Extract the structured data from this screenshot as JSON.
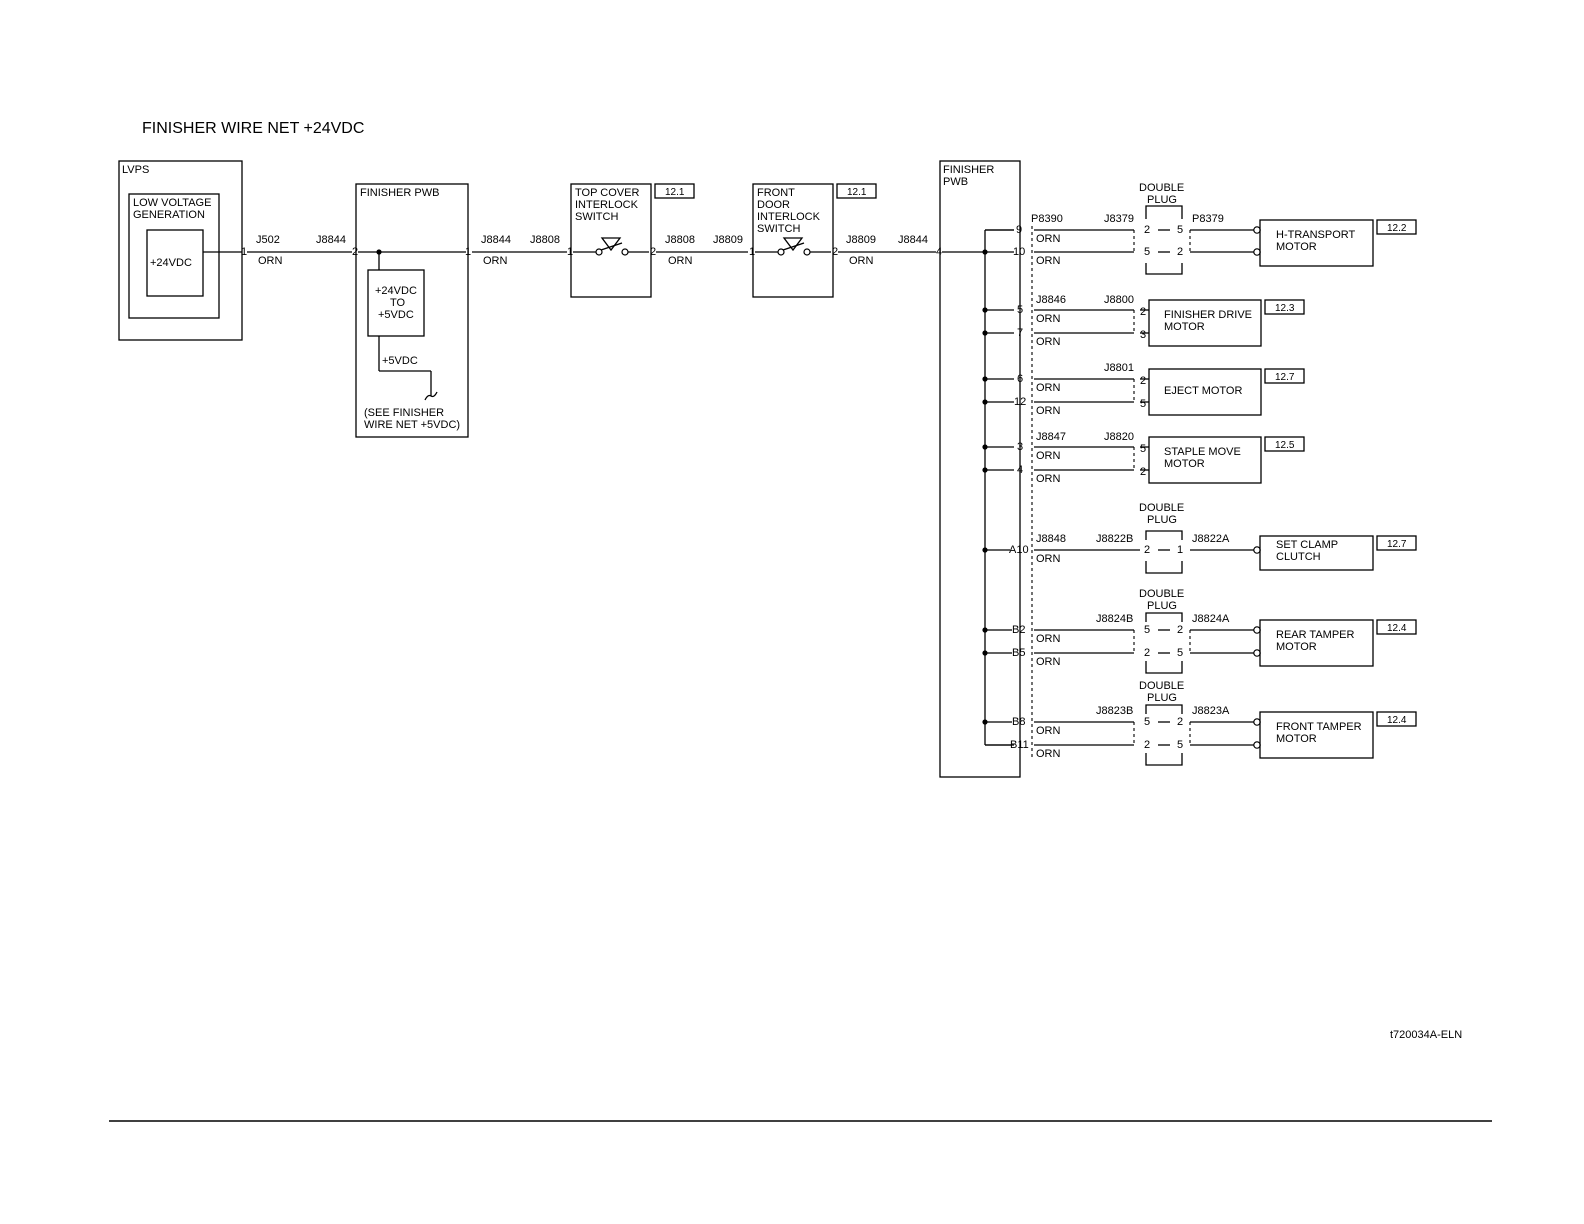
{
  "title": "FINISHER WIRE NET +24VDC",
  "figure_id": "t720034A-ELN",
  "wire_color": "ORN",
  "lvps": {
    "label": "LVPS",
    "gen_line1": "LOW VOLTAGE",
    "gen_line2": "GENERATION",
    "output": "+24VDC",
    "pin": "1",
    "conn": "J502"
  },
  "finisher_pwb_1": {
    "label": "FINISHER PWB",
    "conn_in": "J8844",
    "pin_in": "2",
    "conn_out": "J8844",
    "pin_out": "1",
    "conv_line1": "+24VDC",
    "conv_line2": "TO",
    "conv_line3": "+5VDC",
    "out_label": "+5VDC",
    "see_line1": "(SEE FINISHER",
    "see_line2": "WIRE NET +5VDC)"
  },
  "top_cover_switch": {
    "line1": "TOP COVER",
    "line2": "INTERLOCK",
    "line3": "SWITCH",
    "ref": "12.1",
    "conn_in": "J8808",
    "conn_out": "J8808",
    "pin_in": "1",
    "pin_out": "2"
  },
  "front_door_switch": {
    "line1": "FRONT",
    "line2": "DOOR",
    "line3": "INTERLOCK",
    "line4": "SWITCH",
    "ref": "12.1",
    "conn_in": "J8809",
    "conn_out": "J8809",
    "pin_in": "1",
    "pin_out": "2"
  },
  "finisher_pwb_2": {
    "line1": "FINISHER",
    "line2": "PWB",
    "conn_in": "J8844",
    "pin_in": "4"
  },
  "double_plug": {
    "line1": "DOUBLE",
    "line2": "PLUG"
  },
  "loads": {
    "h_transport": {
      "pins": [
        "9",
        "10"
      ],
      "conn_pwb": "P8390",
      "conn_mid": "J8379",
      "dp_left": [
        "2",
        "5"
      ],
      "dp_right": [
        "5",
        "2"
      ],
      "conn_motor": "P8379",
      "line1": "H-TRANSPORT",
      "line2": "MOTOR",
      "ref": "12.2"
    },
    "finisher_drive": {
      "pins": [
        "5",
        "7"
      ],
      "conn_pwb": "J8846",
      "conn_mid": "J8800",
      "motor_pins": [
        "2",
        "3"
      ],
      "line1": "FINISHER DRIVE",
      "line2": "MOTOR",
      "ref": "12.3"
    },
    "eject": {
      "pins": [
        "6",
        "12"
      ],
      "conn_mid": "J8801",
      "motor_pins": [
        "2",
        "5"
      ],
      "line1": "EJECT MOTOR",
      "ref": "12.7"
    },
    "staple_move": {
      "pins": [
        "3",
        "4"
      ],
      "conn_pwb": "J8847",
      "conn_mid": "J8820",
      "motor_pins": [
        "5",
        "2"
      ],
      "line1": "STAPLE MOVE",
      "line2": "MOTOR",
      "ref": "12.5"
    },
    "set_clamp": {
      "pins": [
        "A10"
      ],
      "conn_pwb": "J8848",
      "conn_mid": "J8822B",
      "dp_left": [
        "2"
      ],
      "dp_right": [
        "1"
      ],
      "conn_motor": "J8822A",
      "line1": "SET CLAMP",
      "line2": "CLUTCH",
      "ref": "12.7"
    },
    "rear_tamper": {
      "pins": [
        "B2",
        "B5"
      ],
      "conn_mid": "J8824B",
      "dp_left": [
        "5",
        "2"
      ],
      "dp_right": [
        "2",
        "5"
      ],
      "conn_motor": "J8824A",
      "line1": "REAR TAMPER",
      "line2": "MOTOR",
      "ref": "12.4"
    },
    "front_tamper": {
      "pins": [
        "B8",
        "B11"
      ],
      "conn_mid": "J8823B",
      "dp_left": [
        "5",
        "2"
      ],
      "dp_right": [
        "2",
        "5"
      ],
      "conn_motor": "J8823A",
      "line1": "FRONT TAMPER",
      "line2": "MOTOR",
      "ref": "12.4"
    }
  }
}
